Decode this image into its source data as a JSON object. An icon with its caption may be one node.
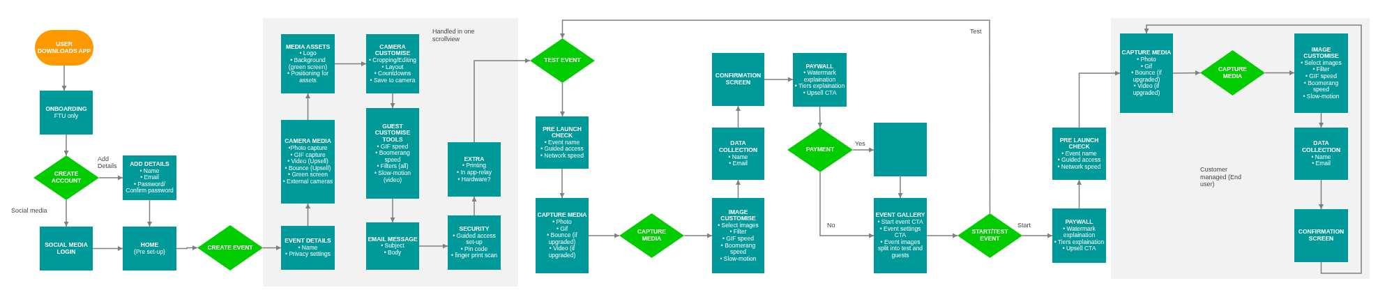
{
  "diagram": {
    "nodes": [
      {
        "text": [
          "USER DOWNLOADS APP"
        ]
      },
      {
        "text": [
          "ONBOARDING",
          "FTU only"
        ]
      },
      {
        "text": [
          "CREATE ACCOUNT"
        ]
      },
      {
        "text": [
          "ADD DETAILS",
          "• Name",
          "• Email",
          "• Password/ Confirm password"
        ]
      },
      {
        "text": [
          "SOCIAL MEDIA LOGIN"
        ]
      },
      {
        "text": [
          "HOME",
          "(Pre set-up)"
        ]
      },
      {
        "text": [
          "CREATE EVENT"
        ]
      },
      {
        "text": [
          "Handled in one scrollview"
        ]
      },
      {
        "text": [
          "MEDIA ASSETS",
          "• Logo",
          "• Background (green screen)",
          "• Positioning for assets"
        ],
        "in": 7
      },
      {
        "text": [
          "CAMERA CUSTOMISE",
          "• Cropping/Editing",
          "• Layout",
          "• Countdowns",
          "• Save to camera"
        ],
        "in": 7
      },
      {
        "text": [
          "CAMERA MEDIA",
          "•Photo capture",
          "• GIF capture",
          "• Video (Upsell)",
          "• Bounce (Upsell)",
          "• Green screen",
          "• External cameras"
        ],
        "in": 7
      },
      {
        "text": [
          "GUEST CUSTOMISE TOOLS",
          "• GIF speed",
          "• Boomerang speed",
          "• Filters (all)",
          "• Slow-motion (video)"
        ],
        "in": 7
      },
      {
        "text": [
          "EXTRA",
          "• Printing",
          "• In app-relay",
          "• Hardware?"
        ],
        "in": 7
      },
      {
        "text": [
          "EVENT DETAILS",
          "• Name",
          "• Privacy settings"
        ],
        "in": 7
      },
      {
        "text": [
          "EMAIL MESSAGE",
          "• Subject",
          "• Body"
        ],
        "in": 7
      },
      {
        "text": [
          "SECURITY",
          "• Guided access set-up",
          "• Pin code",
          "• finger print scan"
        ],
        "in": 7
      },
      {
        "text": [
          "TEST EVENT"
        ]
      },
      {
        "text": [
          "CONFIRMATION SCREEN"
        ]
      },
      {
        "text": [
          "PAYWALL",
          "• Watermark explaination",
          "• Tiers explaination",
          "• Upsell CTA"
        ]
      },
      {
        "text": [
          "PRE LAUNCH CHECK",
          "• Event name",
          "• Guided access",
          "• Network speed"
        ]
      },
      {
        "text": [
          "DATA COLLECTION",
          "• Name",
          "• Email"
        ]
      },
      {
        "text": [
          "PAYMENT"
        ]
      },
      {
        "text": [],
        "shape": "box"
      },
      {
        "text": [
          "CAPTURE MEDIA",
          "• Photo",
          "• Gif",
          "• Bounce (if upgraded)",
          "• Video (if upgraded)"
        ]
      },
      {
        "text": [
          "CAPTURE MEDIA"
        ]
      },
      {
        "text": [
          "IMAGE CUSTOMISE",
          "• Select images",
          "• Filter",
          "• GIF speed",
          "• Boomerang speed",
          "• Slow-motion"
        ]
      },
      {
        "text": [
          "EVENT GALLERY",
          "• Start event CTA",
          "• Event settings CTA",
          "• Event images split into test and guests"
        ]
      },
      {
        "text": [
          "START/TEST EVENT"
        ]
      },
      {
        "text": [
          "PRE LAUNCH CHECK",
          "• Event name",
          "• Guided access",
          "• Network speed"
        ]
      },
      {
        "text": [
          "PAYWALL",
          "• Watermark explaination",
          "• Tiers explaination",
          "• Upsell CTA"
        ]
      },
      {
        "text": [
          "Customer managed (End user)"
        ]
      },
      {
        "text": [
          "CAPTURE MEDIA",
          "• Photo",
          "• Gif",
          "• Bounce (if upgraded)",
          "• Video (if upgraded)"
        ],
        "in": 30
      },
      {
        "text": [
          "CAPTURE MEDIA"
        ],
        "in": 30
      },
      {
        "text": [
          "IMAGE CUSTOMISE",
          "• Select images",
          "• Filter",
          "• GIF speed",
          "• Boomerang speed",
          "• Slow-motion"
        ],
        "in": 30
      },
      {
        "text": [
          "DATA COLLECTION",
          "• Name",
          "• Email"
        ],
        "in": 30
      },
      {
        "text": [
          "CONFIRMATION SCREEN"
        ],
        "in": 30
      }
    ],
    "edges": [
      {
        "from": 0,
        "to": 1,
        "arrow": "to"
      },
      {
        "from": 1,
        "to": 2,
        "arrow": "to"
      },
      {
        "from": 2,
        "to": 3,
        "label": "Add Details",
        "arrow": "to"
      },
      {
        "from": 2,
        "to": 4,
        "label": "Social media",
        "arrow": "to"
      },
      {
        "from": 3,
        "to": 5,
        "arrow": "to"
      },
      {
        "from": 4,
        "to": 5,
        "arrow": "to"
      },
      {
        "from": 5,
        "to": 6,
        "arrow": "to"
      },
      {
        "from": 6,
        "to": 13,
        "arrow": "to"
      },
      {
        "from": 13,
        "to": 10,
        "arrow": "to"
      },
      {
        "from": 10,
        "to": 8,
        "arrow": "to"
      },
      {
        "from": 8,
        "to": 9,
        "arrow": "to"
      },
      {
        "from": 9,
        "to": 11,
        "arrow": "to"
      },
      {
        "from": 11,
        "to": 14,
        "arrow": "to"
      },
      {
        "from": 14,
        "to": 15,
        "arrow": "to"
      },
      {
        "from": 15,
        "to": 12,
        "arrow": "to"
      },
      {
        "from": 12,
        "to": 16,
        "arrow": "to"
      },
      {
        "from": 16,
        "to": 19,
        "arrow": "to"
      },
      {
        "from": 19,
        "to": 23,
        "arrow": "to"
      },
      {
        "from": 23,
        "to": 24,
        "arrow": "to"
      },
      {
        "from": 24,
        "to": 25,
        "arrow": "to"
      },
      {
        "from": 25,
        "to": 20,
        "arrow": "to"
      },
      {
        "from": 20,
        "to": 17,
        "arrow": "to"
      },
      {
        "from": 17,
        "to": 18,
        "arrow": "to"
      },
      {
        "from": 18,
        "to": 21,
        "arrow": "to"
      },
      {
        "from": 21,
        "to": 22,
        "label": "Yes",
        "arrow": "to"
      },
      {
        "from": 21,
        "to": 26,
        "label": "No",
        "arrow": "to"
      },
      {
        "from": 22,
        "to": 26,
        "arrow": "to"
      },
      {
        "from": 26,
        "to": 27,
        "arrow": "to"
      },
      {
        "from": 27,
        "to": 16,
        "label": "Test",
        "arrow": "to"
      },
      {
        "from": 27,
        "to": 29,
        "label": "Start",
        "arrow": "to"
      },
      {
        "from": 29,
        "to": 28,
        "arrow": "to"
      },
      {
        "from": 28,
        "to": 31,
        "arrow": "to"
      },
      {
        "from": 31,
        "to": 32,
        "arrow": "to"
      },
      {
        "from": 32,
        "to": 33,
        "arrow": "to"
      },
      {
        "from": 33,
        "to": 34,
        "arrow": "to"
      },
      {
        "from": 34,
        "to": 35,
        "arrow": "to"
      },
      {
        "from": 35,
        "to": 31,
        "arrow": "to"
      }
    ]
  }
}
